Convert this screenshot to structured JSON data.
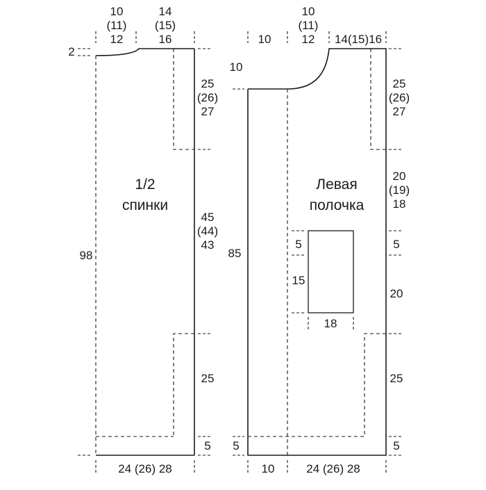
{
  "back": {
    "title_line1": "1/2",
    "title_line2": "спинки",
    "neck_width": [
      "10",
      "(11)",
      "12"
    ],
    "shoulder_width": [
      "14",
      "(15)",
      "16"
    ],
    "neck_depth": "2",
    "height": "98",
    "armhole": [
      "25",
      "(26)",
      "27"
    ],
    "side": [
      "45",
      "(44)",
      "43"
    ],
    "slit": "25",
    "hem": "5",
    "width": "24 (26) 28"
  },
  "front": {
    "title_line1": "Левая",
    "title_line2": "полочка",
    "placket_width_top": "10",
    "neck_width": [
      "10",
      "(11)",
      "12"
    ],
    "shoulder_width": "14(15)16",
    "neck_depth": "10",
    "height": "85",
    "armhole": [
      "25",
      "(26)",
      "27"
    ],
    "side_upper": [
      "20",
      "(19)",
      "18"
    ],
    "pocket_gap": "5",
    "pocket_top_offset": "5",
    "pocket_height": "15",
    "pocket_width": "18",
    "side_mid": "20",
    "slit": "25",
    "hem_left": "5",
    "hem_right": "5",
    "placket_width_bottom": "10",
    "width": "24 (26) 28"
  }
}
